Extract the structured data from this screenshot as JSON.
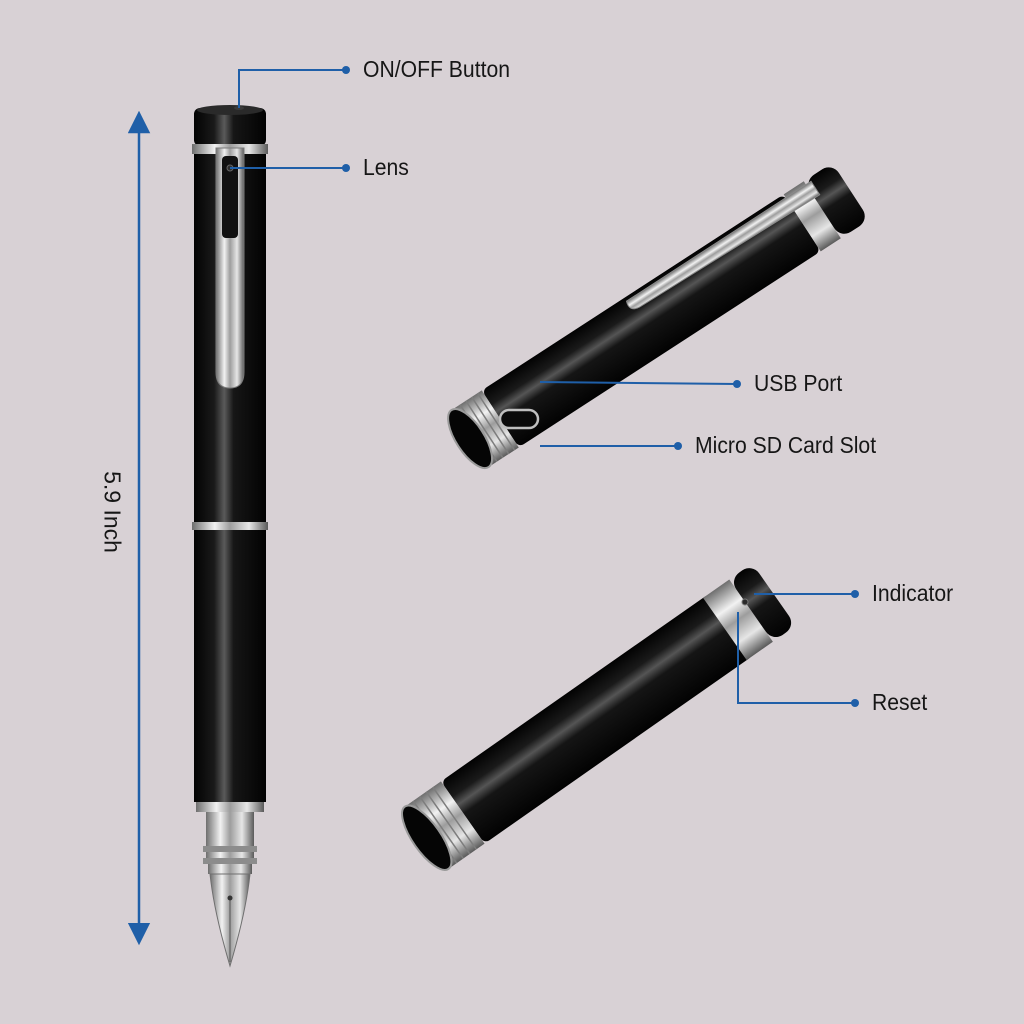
{
  "labels": {
    "on_off": "ON/OFF Button",
    "lens": "Lens",
    "usb": "USB Port",
    "sd": "Micro SD Card Slot",
    "indicator": "Indicator",
    "reset": "Reset"
  },
  "dimension": "5.9 Inch",
  "colors": {
    "background": "#d8d1d5",
    "callout": "#1f5fa8",
    "pen_body": "#0b0b0b",
    "chrome": "#c9c9c9"
  }
}
